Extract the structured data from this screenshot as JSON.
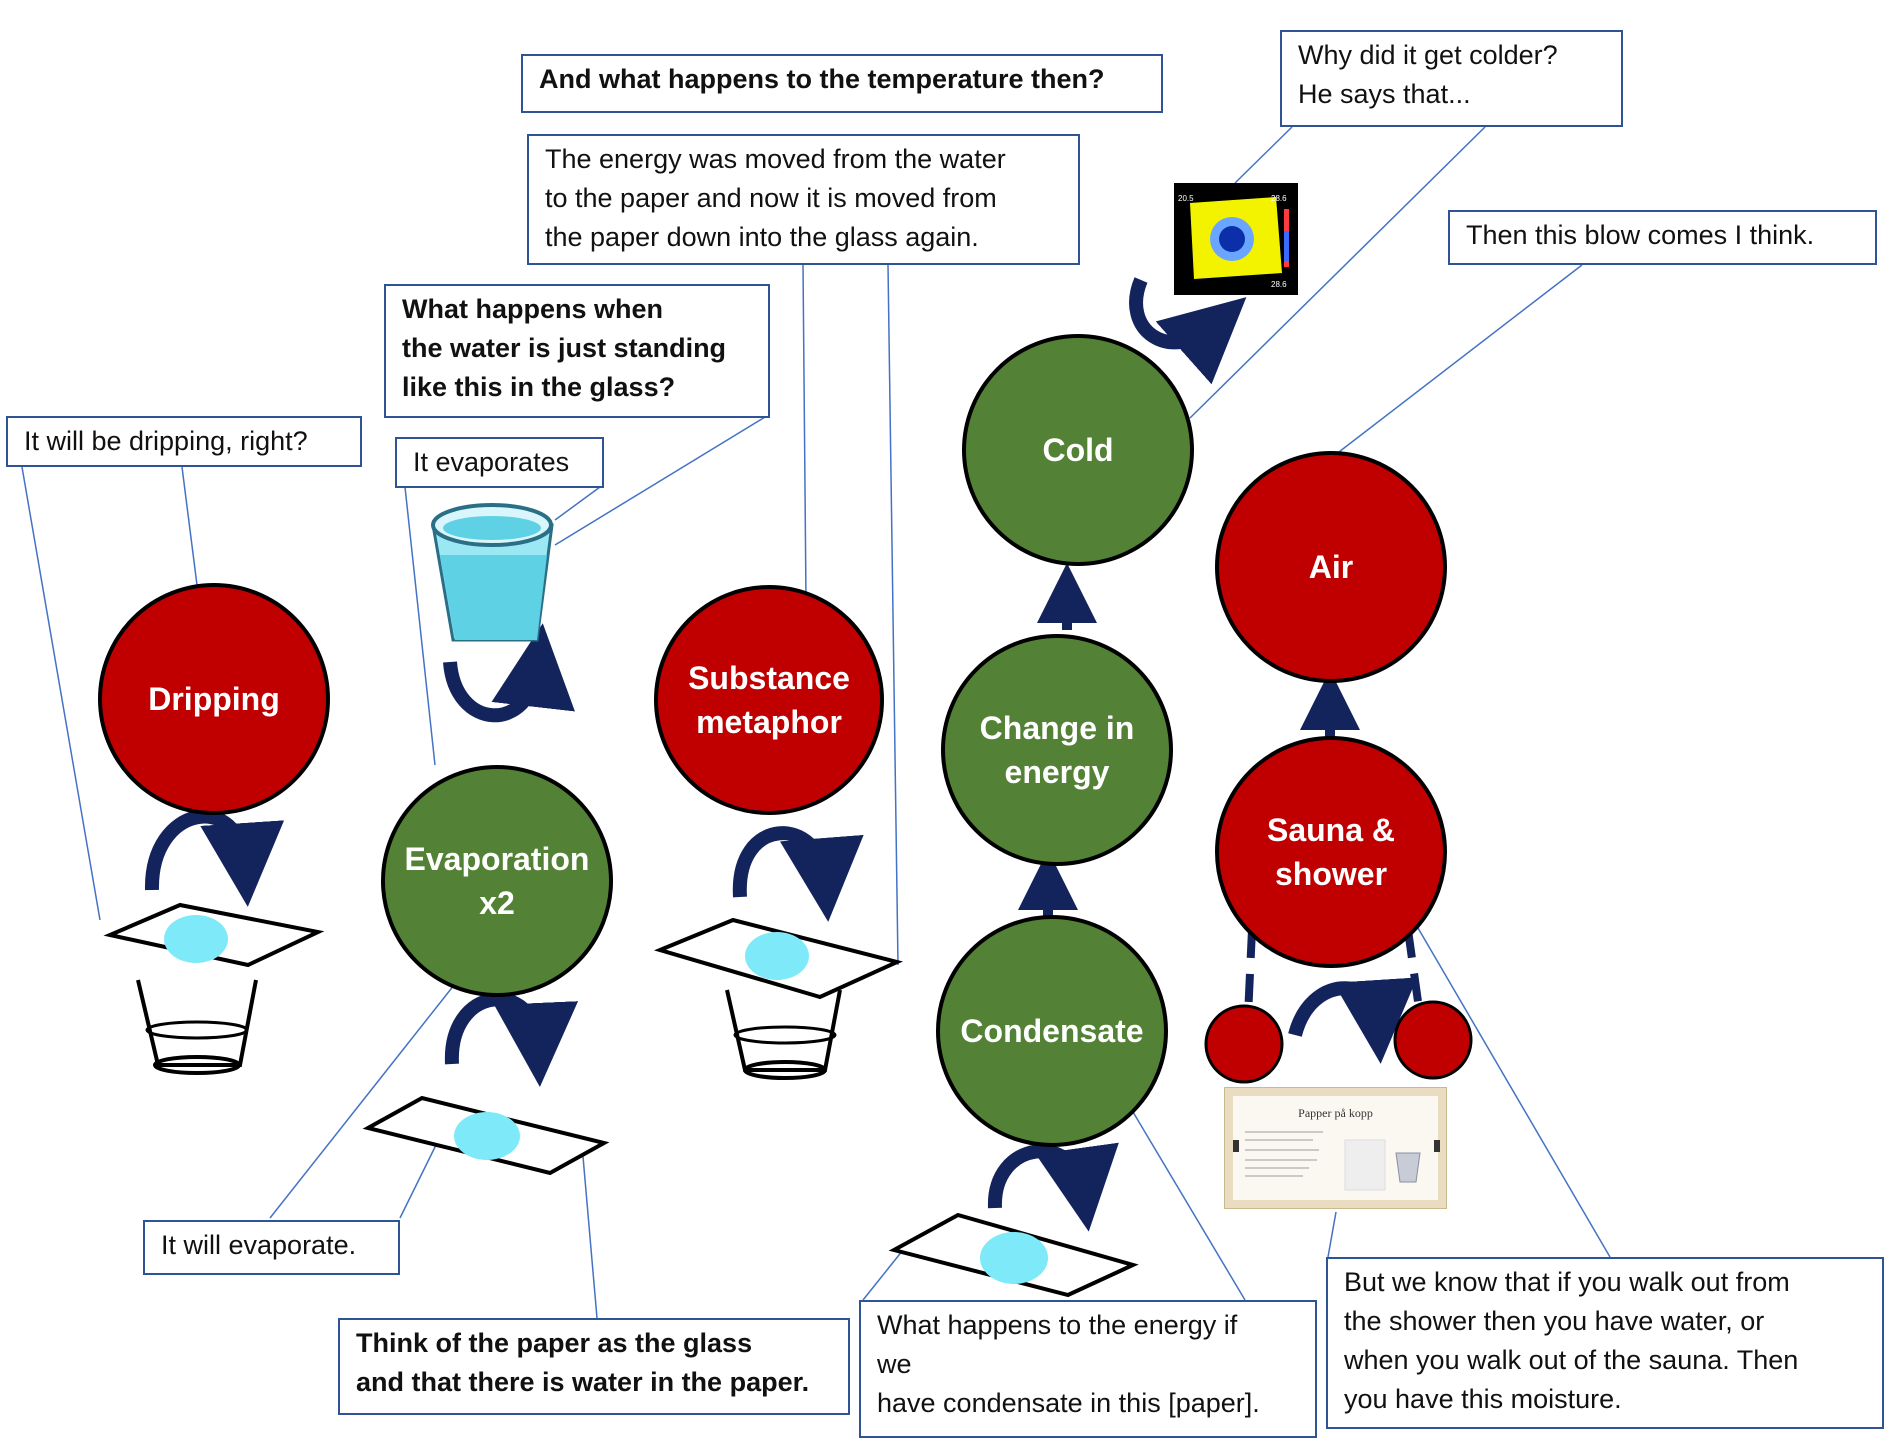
{
  "colors": {
    "misconception_node": "#c00000",
    "scientific_node": "#538135",
    "arrow": "#13235c",
    "callout_border": "#2f5496",
    "water": "#7ee9f8"
  },
  "nodes": {
    "dripping": "Dripping",
    "evaporation": "Evaporation\nx2",
    "substance": "Substance\nmetaphor",
    "cold": "Cold",
    "change_energy": "Change in\nenergy",
    "condensate": "Condensate",
    "air": "Air",
    "sauna": "Sauna &\nshower"
  },
  "callouts": {
    "temperature_question": "And what happens to the temperature then?",
    "energy_moved": "The energy was moved from the water\nto the paper and now it is moved from\nthe paper down into the glass again.",
    "water_standing": "What happens when\nthe water is just standing\nlike this in the glass?",
    "dripping_right": "It will be dripping, right?",
    "it_evaporates": "It evaporates",
    "why_colder": "Why did it get colder?\nHe says that...",
    "blow_comes": "Then this blow comes I think.",
    "will_evaporate": "It will evaporate.",
    "think_paper": "Think of the paper as the glass\nand that there is water in the paper.",
    "energy_condensate": "What happens to the energy if\nwe\nhave condensate in this [paper].",
    "shower_moisture": "But we know that if you walk out from\nthe shower then you have water, or\nwhen you walk out of the sauna. Then\nyou have this moisture."
  },
  "icons": [
    "glass-with-water-icon",
    "paper-on-glass-icon",
    "paper-with-water-icon",
    "curved-arrow-icon",
    "thermal-image-icon",
    "slide-thumbnail-icon"
  ],
  "slide": {
    "title": "Papper på kopp"
  },
  "thermal": {
    "top_left": "20.5",
    "top_right": "28.6",
    "bottom_right": "28.6"
  }
}
